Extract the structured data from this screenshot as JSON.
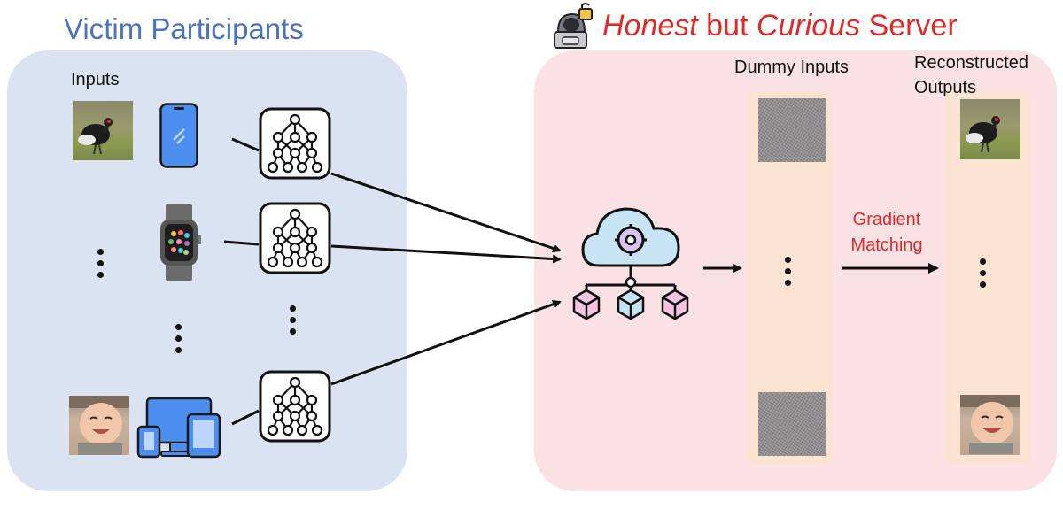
{
  "titles": {
    "left": "Victim Participants",
    "right_em1": "Honest",
    "right_mid": " but ",
    "right_em2": "Curious",
    "right_end": " Server"
  },
  "labels": {
    "inputs": "Inputs",
    "dummy_inputs": "Dummy Inputs",
    "reconstructed_line1": "Reconstructed",
    "reconstructed_line2": "Outputs",
    "gradient_line1": "Gradient",
    "gradient_line2": "Matching"
  },
  "colors": {
    "left_panel": "#dbe3f2",
    "right_panel": "#f9e1e4",
    "column": "#fbe3d2",
    "title_blue": "#4b72c2",
    "accent_red": "#e02a27",
    "device_blue": "#3c7de0"
  },
  "icons": {
    "devices": [
      "smartphone-icon",
      "smartwatch-icon",
      "multi-device-icon"
    ],
    "models": [
      "neural-network-icon",
      "neural-network-icon",
      "neural-network-icon"
    ],
    "server": "cloud-server-icon",
    "hacker": "hacker-lock-icon"
  }
}
